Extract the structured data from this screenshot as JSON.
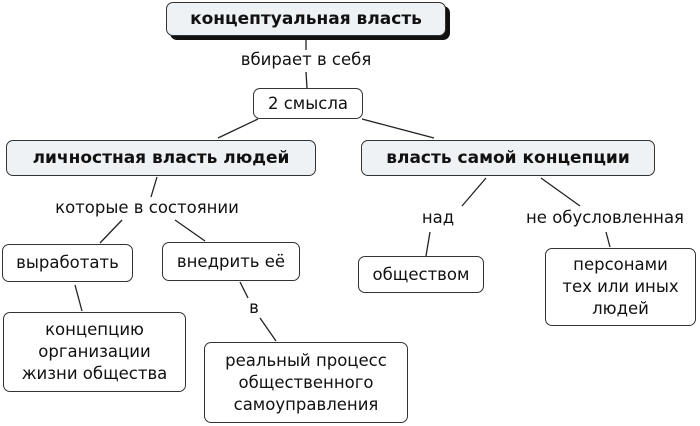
{
  "nodes": {
    "root": "концептуальная власть",
    "two_meanings": "2 смысла",
    "personal_power": "личностная власть людей",
    "concept_power": "власть самой концепции",
    "work_out": "выработать",
    "implement": "внедрить её",
    "concept_org": [
      "концепцию",
      "организации",
      "жизни общества"
    ],
    "real_process": [
      "реальный процесс",
      "общественного",
      "самоуправления"
    ],
    "society": "обществом",
    "persons": [
      "персонами",
      "тех или иных",
      "людей"
    ]
  },
  "links": {
    "absorbs": "вбирает в себя",
    "capable_of": "которые в состоянии",
    "into": "в",
    "over": "над",
    "not_conditioned": "не обусловленная"
  }
}
